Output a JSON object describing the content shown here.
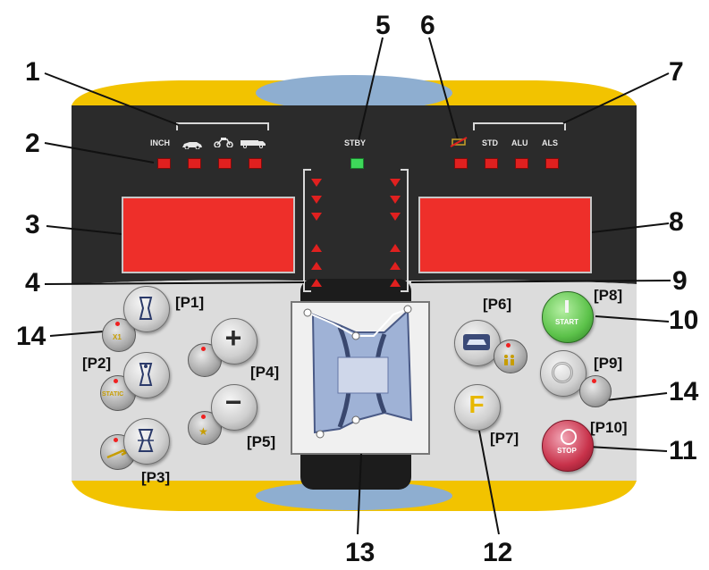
{
  "callouts": [
    "1",
    "2",
    "3",
    "4",
    "5",
    "6",
    "7",
    "8",
    "9",
    "10",
    "11",
    "12",
    "13",
    "14",
    "14"
  ],
  "header": {
    "inch": "INCH",
    "stby": "STBY",
    "std": "STD",
    "alu": "ALU",
    "als": "ALS"
  },
  "buttons": {
    "p1": "[P1]",
    "p2": "[P2]",
    "p3": "[P3]",
    "p4": "[P4]",
    "p5": "[P5]",
    "p6": "[P6]",
    "p7": "[P7]",
    "p8": "[P8]",
    "p9": "[P9]",
    "p10": "[P10]"
  },
  "button_glyphs": {
    "plus": "+",
    "minus": "−",
    "f": "F",
    "start": "START",
    "stop": "STOP"
  },
  "mini_labels": {
    "x1": "X1",
    "static": "STATIC"
  },
  "colors": {
    "panel_dark": "#2a2a2a",
    "panel_light": "#dedede",
    "trim_yellow": "#f2c300",
    "trim_blue": "#8eaed0",
    "display_red": "#ee2f2a",
    "led_red": "#e0201f",
    "stby_green": "#3ed85a",
    "start_green": "#5cc24a",
    "stop_red": "#c8324a"
  }
}
